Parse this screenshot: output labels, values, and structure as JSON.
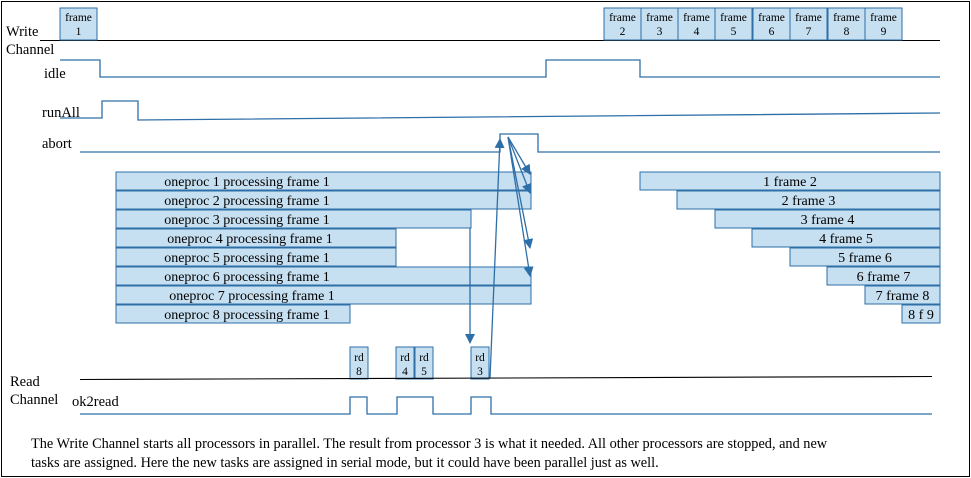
{
  "labels": {
    "write_1": "Write",
    "write_2": "Channel",
    "idle": "idle",
    "runall": "runAll",
    "abort": "abort",
    "read_1": "Read",
    "read_2": "Channel",
    "ok2read": "ok2read"
  },
  "write_frames": [
    {
      "top": "frame",
      "bottom": "1"
    },
    {
      "top": "frame",
      "bottom": "2"
    },
    {
      "top": "frame",
      "bottom": "3"
    },
    {
      "top": "frame",
      "bottom": "4"
    },
    {
      "top": "frame",
      "bottom": "5"
    },
    {
      "top": "frame",
      "bottom": "6"
    },
    {
      "top": "frame",
      "bottom": "7"
    },
    {
      "top": "frame",
      "bottom": "8"
    },
    {
      "top": "frame",
      "bottom": "9"
    }
  ],
  "proc_bars": [
    "oneproc 1 processing frame 1",
    "oneproc 2 processing frame 1",
    "oneproc 3 processing frame 1",
    "oneproc 4 processing frame 1",
    "oneproc 5 processing frame 1",
    "oneproc 6 processing frame 1",
    "oneproc 7 processing frame 1",
    "oneproc 8 processing frame 1"
  ],
  "serial_bars": [
    "1 frame 2",
    "2 frame 3",
    "3 frame 4",
    "4 frame 5",
    "5 frame 6",
    "6 frame 7",
    "7 frame 8",
    "8 f 9"
  ],
  "read_boxes": [
    {
      "top": "rd",
      "bottom": "8"
    },
    {
      "top": "rd",
      "bottom": "4"
    },
    {
      "top": "rd",
      "bottom": "5"
    },
    {
      "top": "rd",
      "bottom": "3"
    }
  ],
  "caption_lines": [
    "The Write Channel starts all processors in parallel. The result from processor 3 is what it needed. All other processors are stopped, and new",
    "tasks are assigned. Here the new tasks are assigned in serial mode, but it could have been parallel just as well."
  ],
  "colors": {
    "box_fill": "#c6dff1",
    "box_stroke": "#2e6fa8",
    "signal": "#2e6fa8",
    "text": "#000000"
  }
}
